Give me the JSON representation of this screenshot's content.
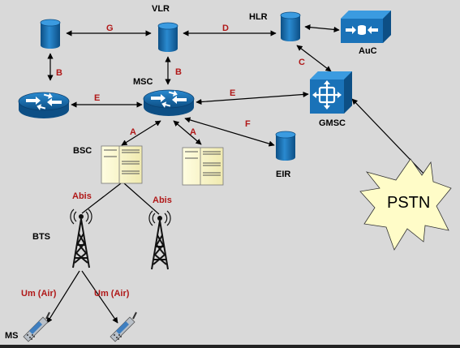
{
  "nodes": {
    "vlr": "VLR",
    "hlr": "HLR",
    "auc": "AuC",
    "msc": "MSC",
    "gmsc": "GMSC",
    "eir": "EIR",
    "bsc": "BSC",
    "bts": "BTS",
    "ms": "MS",
    "pstn": "PSTN"
  },
  "links": {
    "g": "G",
    "d": "D",
    "b_left": "B",
    "b_center": "B",
    "c": "C",
    "e_left": "E",
    "e_right": "E",
    "f": "F",
    "a_left": "A",
    "a_right": "A",
    "abis_left": "Abis",
    "abis_right": "Abis",
    "um_left": "Um (Air)",
    "um_right": "Um (Air)"
  },
  "colors": {
    "background": "#d9d9d9",
    "node_blue": "#1a72b8",
    "link_label": "#b01818",
    "pstn_fill": "#fffcc8"
  }
}
